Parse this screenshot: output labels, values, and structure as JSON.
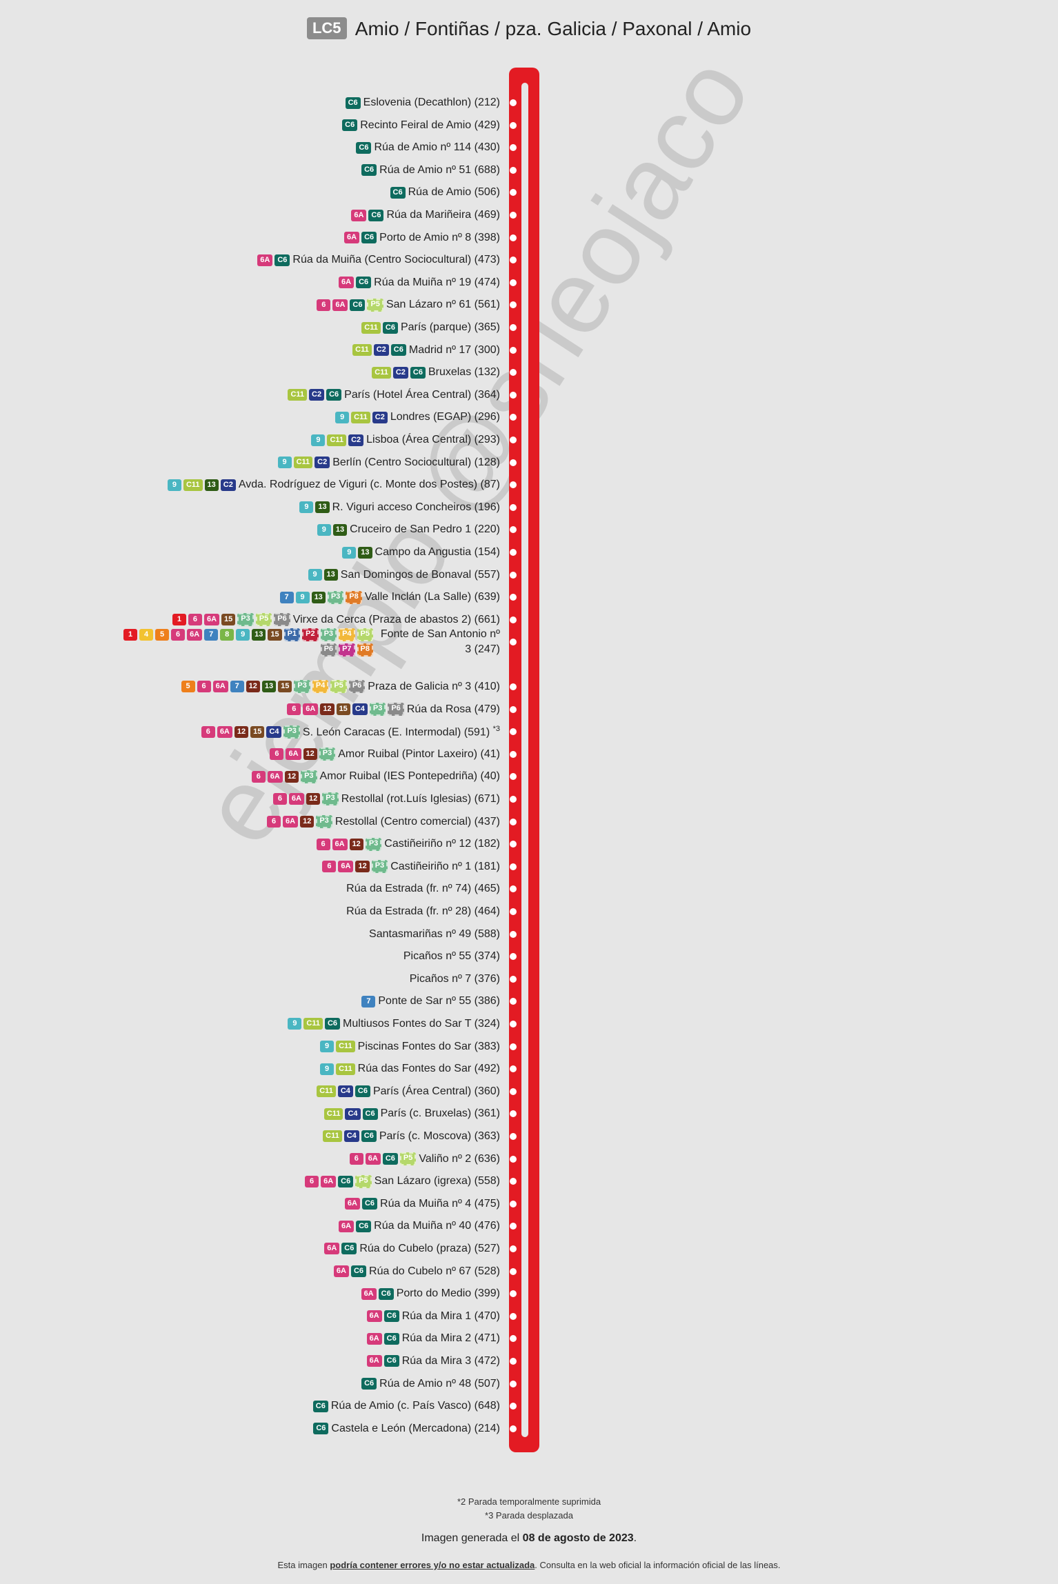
{
  "header": {
    "line_code": "LC5",
    "title": "Amio / Fontiñas / pza. Galicia / Paxonal / Amio"
  },
  "route_color": "#e31b23",
  "badge_colors": {
    "C6": "#0e6b5e",
    "6A": "#d63a7a",
    "6": "#d63a7a",
    "P5": "#b5d86b",
    "C11": "#a8c540",
    "C2": "#283a8a",
    "9": "#4ab6c2",
    "13": "#2f5c16",
    "7": "#3f82bf",
    "P3": "#6fba8d",
    "P8": "#e07b27",
    "1": "#e31b23",
    "15": "#7a4a22",
    "P6": "#8a8a8a",
    "4": "#f2c230",
    "5": "#ee7f1b",
    "8": "#7ab648",
    "P1": "#3c6aa8",
    "P2": "#c0213b",
    "P4": "#f2b83a",
    "P7": "#c2338d",
    "12": "#7a2a1a",
    "C4": "#283a8a"
  },
  "dashed_badges": [
    "P1",
    "P2",
    "P3",
    "P4",
    "P5",
    "P6",
    "P7",
    "P8"
  ],
  "stops": [
    {
      "name": "Eslovenia (Decathlon) (212)",
      "lines": [
        "C6"
      ]
    },
    {
      "name": "Recinto Feiral de Amio (429)",
      "lines": [
        "C6"
      ]
    },
    {
      "name": "Rúa de Amio nº 114 (430)",
      "lines": [
        "C6"
      ]
    },
    {
      "name": "Rúa de Amio nº 51 (688)",
      "lines": [
        "C6"
      ]
    },
    {
      "name": "Rúa de Amio (506)",
      "lines": [
        "C6"
      ]
    },
    {
      "name": "Rúa da Mariñeira (469)",
      "lines": [
        "6A",
        "C6"
      ]
    },
    {
      "name": "Porto de Amio nº 8 (398)",
      "lines": [
        "6A",
        "C6"
      ]
    },
    {
      "name": "Rúa da Muiña (Centro Sociocultural) (473)",
      "lines": [
        "6A",
        "C6"
      ]
    },
    {
      "name": "Rúa da Muiña nº 19 (474)",
      "lines": [
        "6A",
        "C6"
      ]
    },
    {
      "name": "San Lázaro nº 61 (561)",
      "lines": [
        "6",
        "6A",
        "C6",
        "P5"
      ]
    },
    {
      "name": "París (parque) (365)",
      "lines": [
        "C11",
        "C6"
      ]
    },
    {
      "name": "Madrid nº 17 (300)",
      "lines": [
        "C11",
        "C2",
        "C6"
      ]
    },
    {
      "name": "Bruxelas (132)",
      "lines": [
        "C11",
        "C2",
        "C6"
      ]
    },
    {
      "name": "París (Hotel Área Central) (364)",
      "lines": [
        "C11",
        "C2",
        "C6"
      ]
    },
    {
      "name": "Londres (EGAP) (296)",
      "lines": [
        "9",
        "C11",
        "C2"
      ]
    },
    {
      "name": "Lisboa (Área Central) (293)",
      "lines": [
        "9",
        "C11",
        "C2"
      ]
    },
    {
      "name": "Berlín (Centro Sociocultural) (128)",
      "lines": [
        "9",
        "C11",
        "C2"
      ]
    },
    {
      "name": "Avda. Rodríguez de Viguri (c. Monte dos Postes) (87)",
      "lines": [
        "9",
        "C11",
        "13",
        "C2"
      ]
    },
    {
      "name": "R. Viguri acceso Concheiros (196)",
      "lines": [
        "9",
        "13"
      ]
    },
    {
      "name": "Cruceiro de San Pedro 1 (220)",
      "lines": [
        "9",
        "13"
      ]
    },
    {
      "name": "Campo da Angustia (154)",
      "lines": [
        "9",
        "13"
      ]
    },
    {
      "name": "San Domingos de Bonaval (557)",
      "lines": [
        "9",
        "13"
      ]
    },
    {
      "name": "Valle Inclán (La Salle) (639)",
      "lines": [
        "7",
        "9",
        "13",
        "P3",
        "P8"
      ]
    },
    {
      "name": "Virxe da Cerca (Praza de abastos 2) (661)",
      "lines": [
        "1",
        "6",
        "6A",
        "15",
        "P3",
        "P5",
        "P6"
      ]
    },
    {
      "name": "Fonte de San Antonio nº 3 (247)",
      "lines": [
        "1",
        "4",
        "5",
        "6",
        "6A",
        "7",
        "8",
        "9",
        "13",
        "15",
        "P1",
        "P2",
        "P3",
        "P4",
        "P5",
        "P6",
        "P7",
        "P8"
      ],
      "tall": true
    },
    {
      "name": "Praza de Galicia nº 3 (410)",
      "lines": [
        "5",
        "6",
        "6A",
        "7",
        "12",
        "13",
        "15",
        "P3",
        "P4",
        "P5",
        "P6"
      ]
    },
    {
      "name": "Rúa da Rosa (479)",
      "lines": [
        "6",
        "6A",
        "12",
        "15",
        "C4",
        "P3",
        "P6"
      ]
    },
    {
      "name": "S. León Caracas (E. Intermodal) (591)",
      "sup": "*3",
      "lines": [
        "6",
        "6A",
        "12",
        "15",
        "C4",
        "P3"
      ]
    },
    {
      "name": "Amor Ruibal (Pintor Laxeiro) (41)",
      "lines": [
        "6",
        "6A",
        "12",
        "P3"
      ]
    },
    {
      "name": "Amor Ruibal (IES Pontepedriña) (40)",
      "lines": [
        "6",
        "6A",
        "12",
        "P3"
      ]
    },
    {
      "name": "Restollal (rot.Luís Iglesias) (671)",
      "lines": [
        "6",
        "6A",
        "12",
        "P3"
      ]
    },
    {
      "name": "Restollal (Centro comercial) (437)",
      "lines": [
        "6",
        "6A",
        "12",
        "P3"
      ]
    },
    {
      "name": "Castiñeiriño nº 12 (182)",
      "lines": [
        "6",
        "6A",
        "12",
        "P3"
      ]
    },
    {
      "name": "Castiñeiriño nº 1 (181)",
      "lines": [
        "6",
        "6A",
        "12",
        "P3"
      ]
    },
    {
      "name": "Rúa da Estrada (fr. nº 74) (465)",
      "lines": []
    },
    {
      "name": "Rúa da Estrada (fr. nº 28) (464)",
      "lines": []
    },
    {
      "name": "Santasmariñas nº 49 (588)",
      "lines": []
    },
    {
      "name": "Picaños nº 55 (374)",
      "lines": []
    },
    {
      "name": "Picaños nº 7 (376)",
      "lines": []
    },
    {
      "name": "Ponte de Sar nº 55 (386)",
      "lines": [
        "7"
      ]
    },
    {
      "name": "Multiusos Fontes do Sar T (324)",
      "lines": [
        "9",
        "C11",
        "C6"
      ]
    },
    {
      "name": "Piscinas Fontes do Sar (383)",
      "lines": [
        "9",
        "C11"
      ]
    },
    {
      "name": "Rúa das Fontes do Sar (492)",
      "lines": [
        "9",
        "C11"
      ]
    },
    {
      "name": "París (Área Central) (360)",
      "lines": [
        "C11",
        "C4",
        "C6"
      ]
    },
    {
      "name": "París (c. Bruxelas) (361)",
      "lines": [
        "C11",
        "C4",
        "C6"
      ]
    },
    {
      "name": "París (c. Moscova) (363)",
      "lines": [
        "C11",
        "C4",
        "C6"
      ]
    },
    {
      "name": "Valiño nº 2 (636)",
      "lines": [
        "6",
        "6A",
        "C6",
        "P5"
      ]
    },
    {
      "name": "San Lázaro (igrexa) (558)",
      "lines": [
        "6",
        "6A",
        "C6",
        "P5"
      ]
    },
    {
      "name": "Rúa da Muiña nº 4 (475)",
      "lines": [
        "6A",
        "C6"
      ]
    },
    {
      "name": "Rúa da Muiña nº 40 (476)",
      "lines": [
        "6A",
        "C6"
      ]
    },
    {
      "name": "Rúa do Cubelo (praza) (527)",
      "lines": [
        "6A",
        "C6"
      ]
    },
    {
      "name": "Rúa do Cubelo nº 67 (528)",
      "lines": [
        "6A",
        "C6"
      ]
    },
    {
      "name": "Porto do Medio (399)",
      "lines": [
        "6A",
        "C6"
      ]
    },
    {
      "name": "Rúa da Mira 1 (470)",
      "lines": [
        "6A",
        "C6"
      ]
    },
    {
      "name": "Rúa da Mira 2 (471)",
      "lines": [
        "6A",
        "C6"
      ]
    },
    {
      "name": "Rúa da Mira 3 (472)",
      "lines": [
        "6A",
        "C6"
      ]
    },
    {
      "name": "Rúa de Amio nº 48 (507)",
      "lines": [
        "C6"
      ]
    },
    {
      "name": "Rúa de Amio (c. País Vasco) (648)",
      "lines": [
        "C6"
      ]
    },
    {
      "name": "Castela e León (Mercadona) (214)",
      "lines": [
        "C6"
      ]
    }
  ],
  "watermark": "ejemplo @srleojaco",
  "footnotes": [
    "*2 Parada temporalmente suprimida",
    "*3 Parada desplazada"
  ],
  "generated": {
    "prefix": "Imagen generada el ",
    "date": "08 de agosto de 2023",
    "suffix": "."
  },
  "disclaimer": {
    "prefix": "Esta imagen ",
    "bold": "podría contener errores y/o no estar actualizada",
    "suffix": ". Consulta en la web oficial la información oficial de las líneas."
  }
}
